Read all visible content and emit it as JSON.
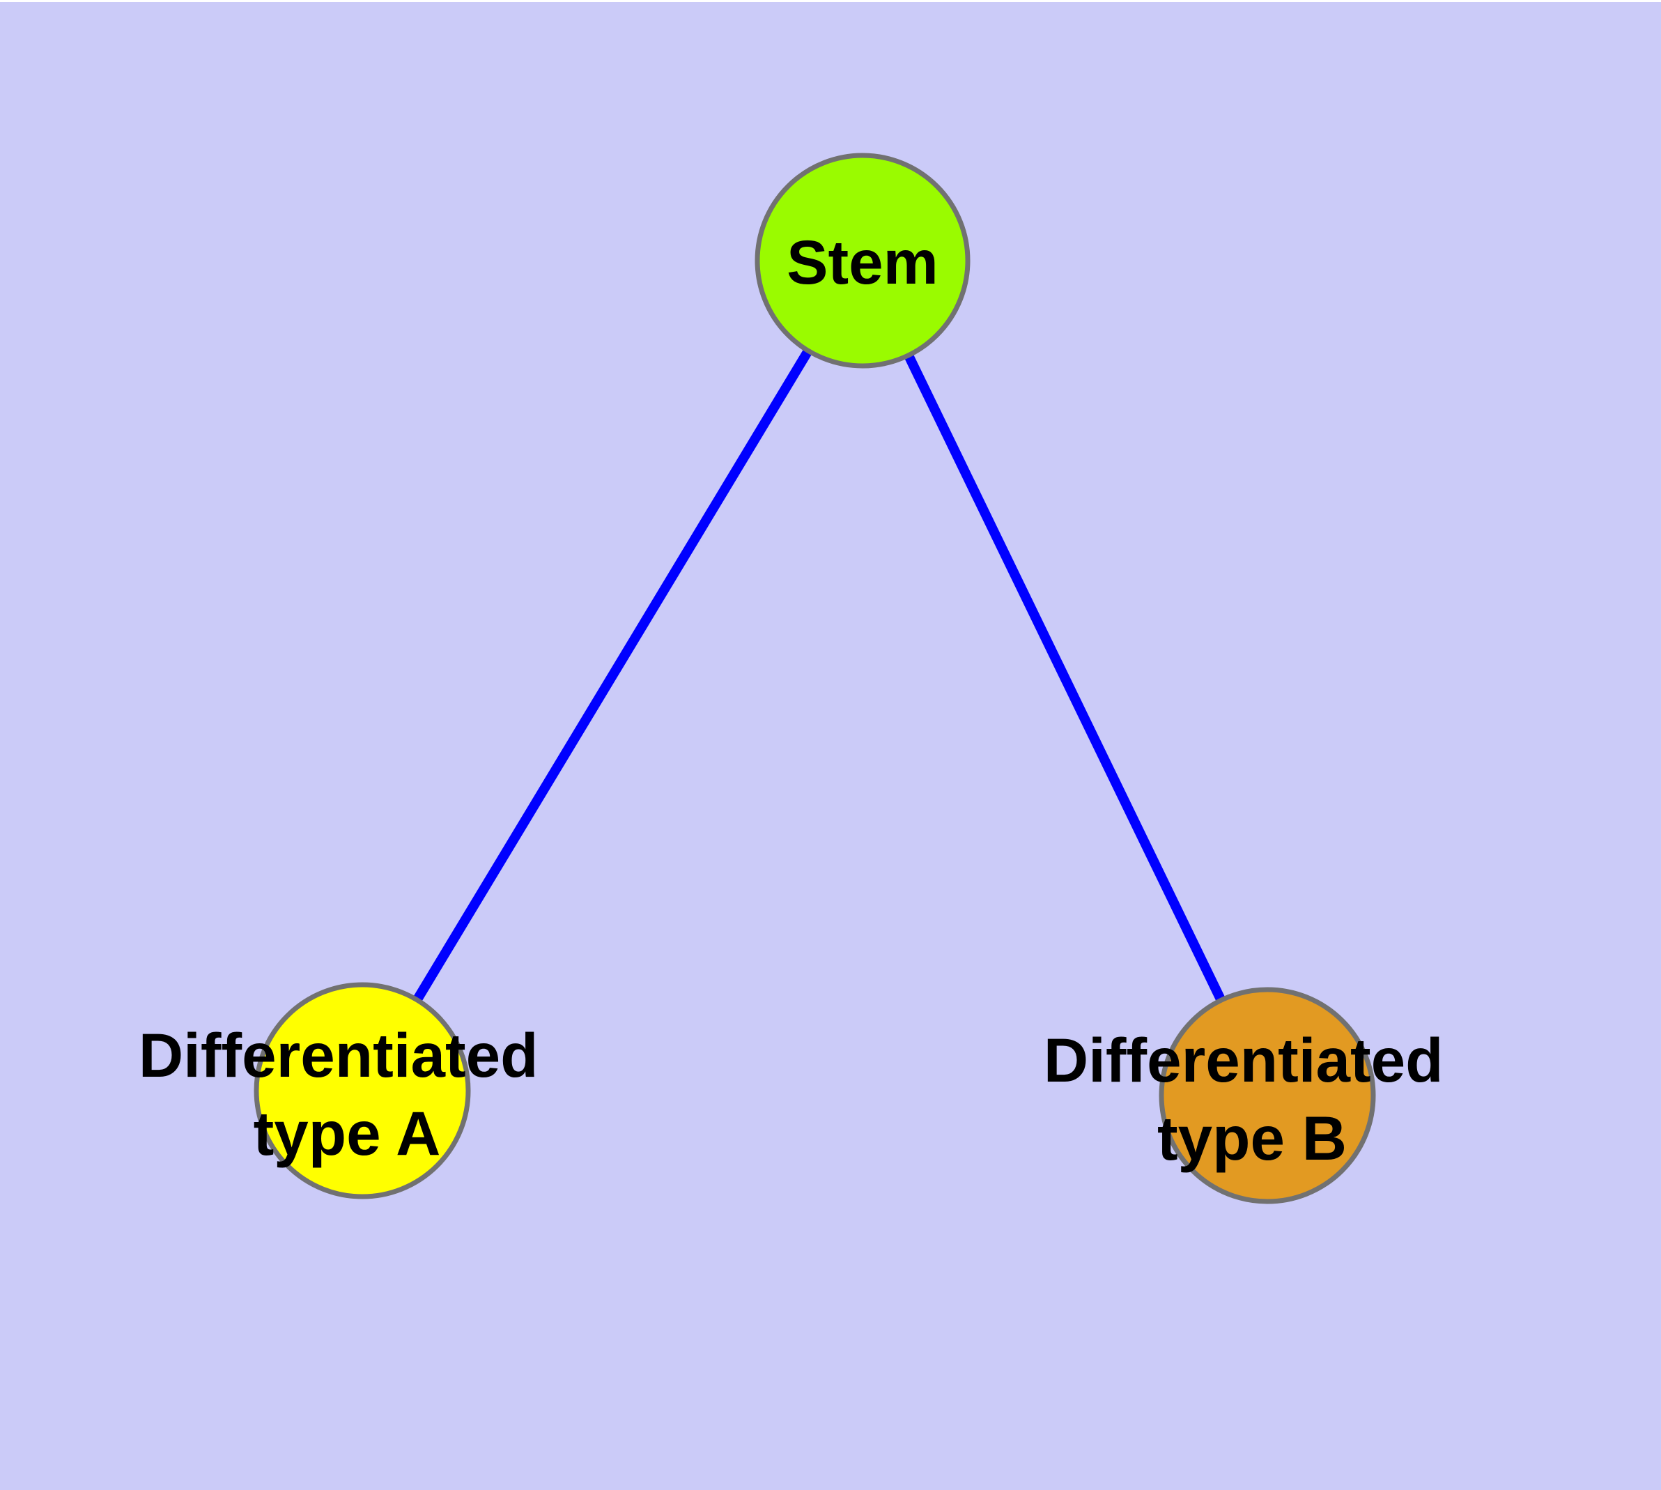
{
  "diagram": {
    "background_color": "#CBCBF8",
    "node_border_color": "#717171",
    "edge_color": "#0000FF",
    "text_color": "#000000"
  },
  "nodes": [
    {
      "id": "stem",
      "label": "Stem",
      "fill": "#9AFB00"
    },
    {
      "id": "differentiated-type-a",
      "label": "Differentiated type A",
      "label_line1": "Differentiated",
      "label_line2": "type A",
      "fill": "#FFFF00"
    },
    {
      "id": "differentiated-type-b",
      "label": "Differentiated type B",
      "label_line1": "Differentiated",
      "label_line2": "type B",
      "fill": "#E29A22"
    }
  ],
  "edges": [
    {
      "from": "stem",
      "to": "differentiated-type-a"
    },
    {
      "from": "stem",
      "to": "differentiated-type-b"
    }
  ]
}
